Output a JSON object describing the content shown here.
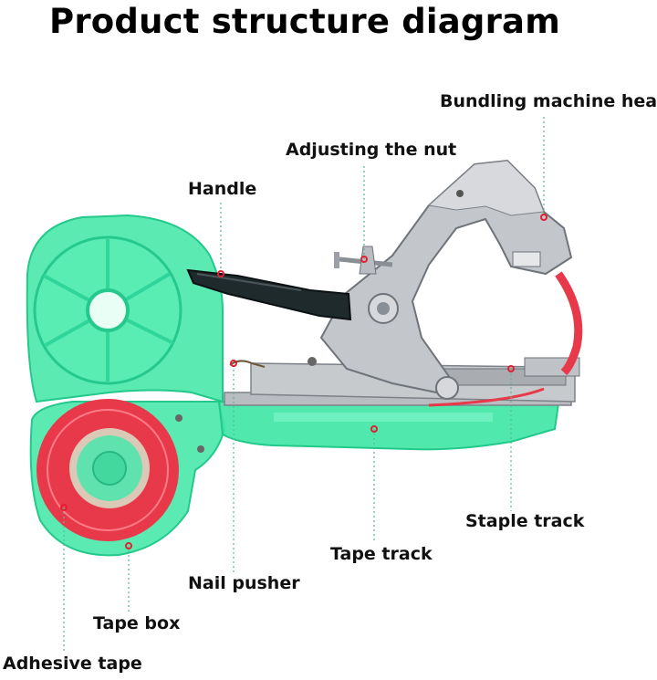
{
  "title": "Product structure diagram",
  "labels": {
    "head": "Bundling machine head",
    "nut": "Adjusting the nut",
    "handle": "Handle",
    "staple_track": "Staple track",
    "tape_track": "Tape track",
    "nail_pusher": "Nail pusher",
    "tape_box": "Tape box",
    "adhesive_tape": "Adhesive tape"
  },
  "colors": {
    "green_body": "#3ee6a4",
    "green_dark": "#22c98a",
    "steel": "#b9bcc0",
    "steel_dark": "#7d8288",
    "handle_grip": "#1f2a2c",
    "tape_red": "#e8394a",
    "leader": "#58b896",
    "dot": "#e02030"
  }
}
